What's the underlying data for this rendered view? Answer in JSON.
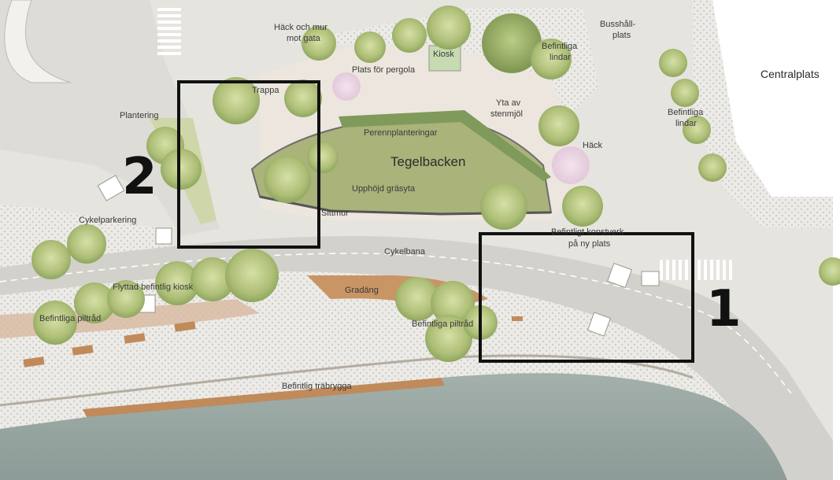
{
  "labels": {
    "hack_och_mur_1": "Häck och mur",
    "hack_och_mur_2": "mot gata",
    "busshallplats_1": "Busshåll-",
    "busshallplats_2": "plats",
    "kiosk": "Kiosk",
    "befintliga_lindar_top_1": "Befintliga",
    "befintliga_lindar_top_2": "lindar",
    "centralplats": "Centralplats",
    "plats_for_pergola": "Plats för pergola",
    "trappa": "Trappa",
    "yta_av_stenmjol_1": "Yta av",
    "yta_av_stenmjol_2": "stenmjöl",
    "befintliga_lindar_right_1": "Befintliga",
    "befintliga_lindar_right_2": "lindar",
    "plantering": "Plantering",
    "perennplanteringar": "Perennplanteringar",
    "hack": "Häck",
    "tegelbacken": "Tegelbacken",
    "upphojd_grasyta": "Upphöjd gräsyta",
    "sittmur": "Sittmur",
    "cykelparkering": "Cykelparkering",
    "befintligt_konstverk_1": "Befintligt konstverk",
    "befintligt_konstverk_2": "på ny plats",
    "cykelbana": "Cykelbana",
    "flyttad_kiosk": "Flyttad befintlig kiosk",
    "gradang": "Gradäng",
    "befintliga_piltrad_left": "Befintliga piltråd",
    "befintliga_piltrad_center": "Befintliga piltråd",
    "befintlig_trabrygga": "Befintlig träbrygga"
  },
  "markers": {
    "area_1": "1",
    "area_2": "2"
  },
  "colors": {
    "street": "#e6e4df",
    "pavement": "#d9d7d1",
    "grass": "#a9b37a",
    "water": "#97a6a2",
    "deck": "#c08a5b",
    "tree": "#a8bf76",
    "highlight_box": "#111111"
  }
}
